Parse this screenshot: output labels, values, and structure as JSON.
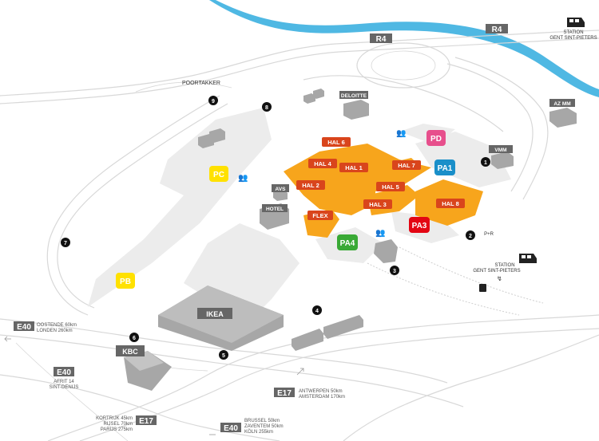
{
  "labels": {
    "poortakker": "POORTAKKER",
    "deloitte": "DELOITTE",
    "az_mm": "AZ MM",
    "vmm": "VMM",
    "avs": "AVS",
    "hotel": "HOTEL",
    "ikea": "IKEA",
    "kbc": "KBC",
    "station_top_1": "STATION",
    "station_top_2": "GENT SINT-PIETERS",
    "station_right_1": "STATION",
    "station_right_2": "GENT SINT-PIETERS",
    "p_r": "P+R"
  },
  "halls": {
    "hal6": "HAL 6",
    "hal4": "HAL 4",
    "hal1": "HAL 1",
    "hal2": "HAL 2",
    "hal7": "HAL 7",
    "hal5": "HAL 5",
    "hal3": "HAL 3",
    "hal8": "HAL 8",
    "flex": "FLEX"
  },
  "parkings": {
    "pa1": "PA1",
    "pa3": "PA3",
    "pa4": "PA4",
    "pb": "PB",
    "pc": "PC",
    "pd": "PD"
  },
  "entrances": [
    "1",
    "2",
    "3",
    "4",
    "5",
    "6",
    "7",
    "8",
    "9"
  ],
  "roads": {
    "r4_top": "R4",
    "r4_right": "R4",
    "e40_left": "E40",
    "e40_left_line1": "OOSTENDE 60km",
    "e40_left_line2": "LONDEN 260km",
    "e40_mid": "E40",
    "e40_mid_line1": "AFRIT 14",
    "e40_mid_line2": "SINT-DENIJS",
    "e17_mid": "E17",
    "e17_mid_line1": "ANTWERPEN 50km",
    "e17_mid_line2": "AMSTERDAM 170km",
    "e17_low": "E17",
    "e17_low_line1": "KORTRIJK 45km",
    "e17_low_line2": "RIJSEL 70km",
    "e17_low_line3": "PARIJS 275km",
    "e40_low": "E40",
    "e40_low_line1": "BRUSSEL 50km",
    "e40_low_line2": "ZAVENTEM 50km",
    "e40_low_line3": "KÖLN 255km"
  },
  "colors": {
    "hall_orange": "#f7a51c",
    "hall_tag": "#d9451c",
    "pa_blue": "#1a8fc9",
    "pa_green": "#39a935",
    "pa_red": "#e30613",
    "pa_yellow": "#ffe100",
    "pa_pink": "#e74f8c",
    "river": "#4fb8e3",
    "road_sign": "#666666",
    "building": "#bdbdbd",
    "lot": "#ececec"
  }
}
